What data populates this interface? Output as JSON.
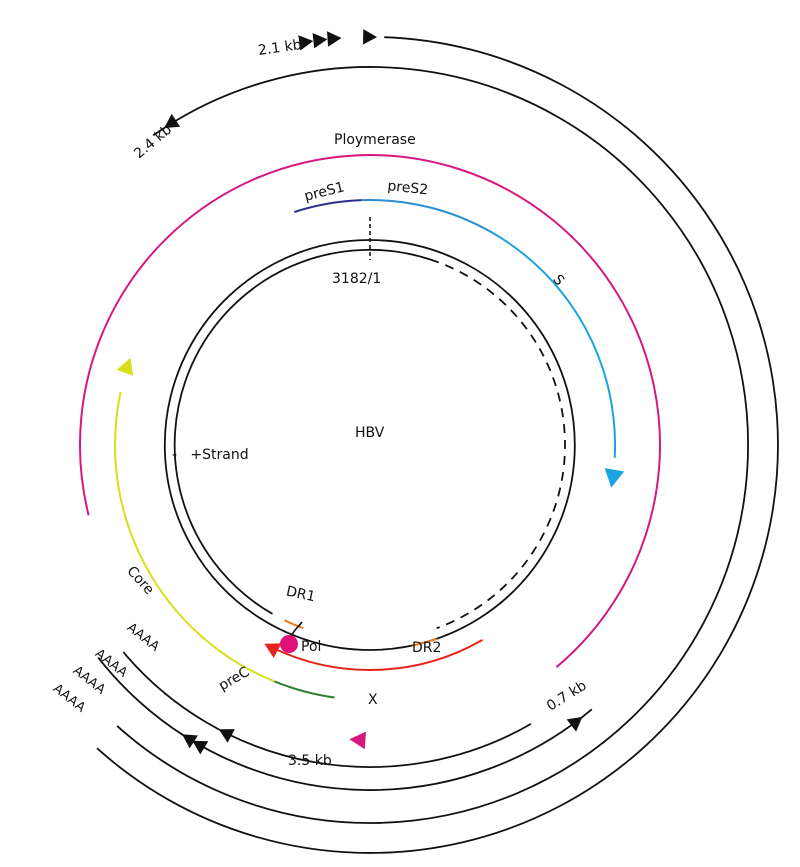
{
  "labels": {
    "center": "HBV",
    "strand": "-   +Strand",
    "origin": "3182/1",
    "polymerase": "Ploymerase",
    "pres1": "preS1",
    "pres2": "preS2",
    "s": "S",
    "core": "Core",
    "prec": "preC",
    "x": "X",
    "dr1": "DR1",
    "dr2": "DR2",
    "pol": "Pol",
    "transcripts": {
      "t21": "2.1 kb",
      "t24": "2.4 kb",
      "t07": "0.7 kb",
      "t35": "3.5 kb"
    },
    "polya": [
      "AAAA",
      "AAAA",
      "AAAA",
      "AAAA"
    ]
  },
  "colors": {
    "polymerase": "#d6187f",
    "pres1": "#2b2f8c",
    "pres2": "#2a8fd0",
    "s": "#19a3e0",
    "core": "#d9dd1c",
    "prec": "#2e7d32",
    "x": "#e3241b",
    "dr": "#f07c1a",
    "pol": "#e0127a",
    "line": "#111111"
  }
}
